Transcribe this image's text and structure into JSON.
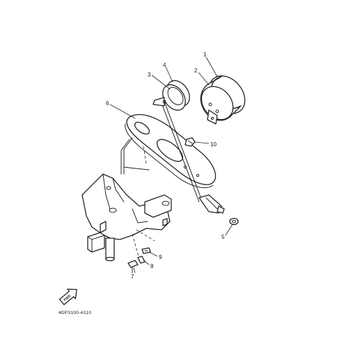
{
  "callouts": [
    {
      "number": "1"
    },
    {
      "number": "2"
    },
    {
      "number": "3"
    },
    {
      "number": "4"
    },
    {
      "number": "5"
    },
    {
      "number": "6"
    },
    {
      "number": "7"
    },
    {
      "number": "8"
    },
    {
      "number": "9"
    },
    {
      "number": "10"
    }
  ],
  "fwd_label": "FWD",
  "diagram_code": "4DP3100-4310"
}
